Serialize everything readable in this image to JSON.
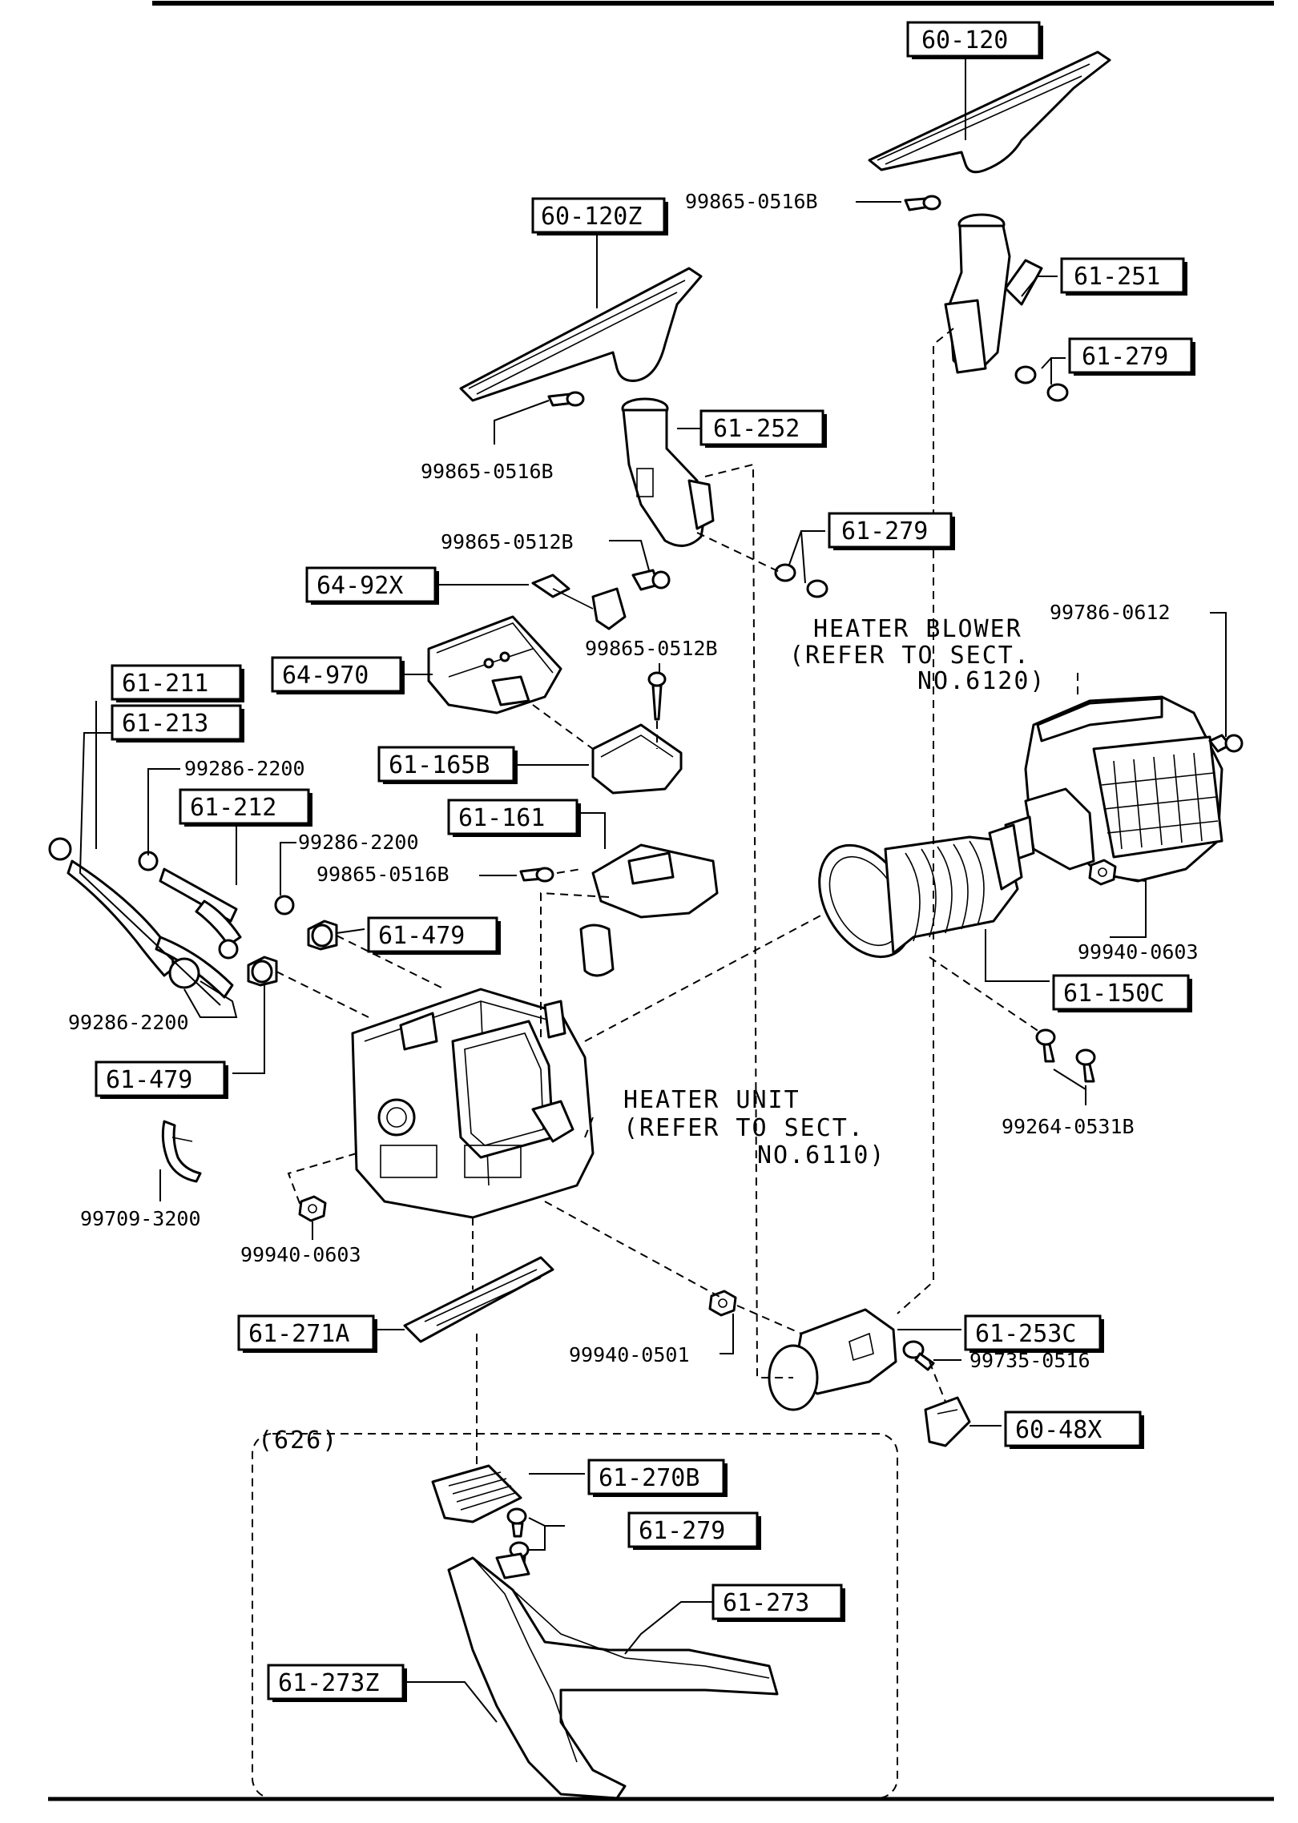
{
  "part_boxes": {
    "p60_120": "60-120",
    "p60_120z": "60-120Z",
    "p61_251": "61-251",
    "p61_279_a": "61-279",
    "p61_252": "61-252",
    "p61_279_b": "61-279",
    "p64_92x": "64-92X",
    "p64_970": "64-970",
    "p61_211": "61-211",
    "p61_213": "61-213",
    "p61_165b": "61-165B",
    "p61_212": "61-212",
    "p61_161": "61-161",
    "p61_479_a": "61-479",
    "p61_479_b": "61-479",
    "p61_150c": "61-150C",
    "p61_271a": "61-271A",
    "p61_253c": "61-253C",
    "p60_48x": "60-48X",
    "p61_270b": "61-270B",
    "p61_279_c": "61-279",
    "p61_273": "61-273",
    "p61_273z": "61-273Z"
  },
  "hardware": {
    "h99865_0516b_a": "99865-0516B",
    "h99865_0516b_b": "99865-0516B",
    "h99865_0512b_a": "99865-0512B",
    "h99865_0512b_b": "99865-0512B",
    "h99786_0612": "99786-0612",
    "h99286_2200_a": "99286-2200",
    "h99286_2200_b": "99286-2200",
    "h99286_2200_c": "99286-2200",
    "h99865_0516b_c": "99865-0516B",
    "h99940_0603_a": "99940-0603",
    "h99264_0531b": "99264-0531B",
    "h99709_3200": "99709-3200",
    "h99940_0603_b": "99940-0603",
    "h99940_0501": "99940-0501",
    "h99735_0516": "99735-0516"
  },
  "notes": {
    "blower_1": "HEATER BLOWER",
    "blower_2": "(REFER TO SECT.",
    "blower_3": "NO.6120)",
    "unit_1": "HEATER UNIT",
    "unit_2": "(REFER TO SECT.",
    "unit_3": "NO.6110)",
    "variant": "(626)"
  }
}
